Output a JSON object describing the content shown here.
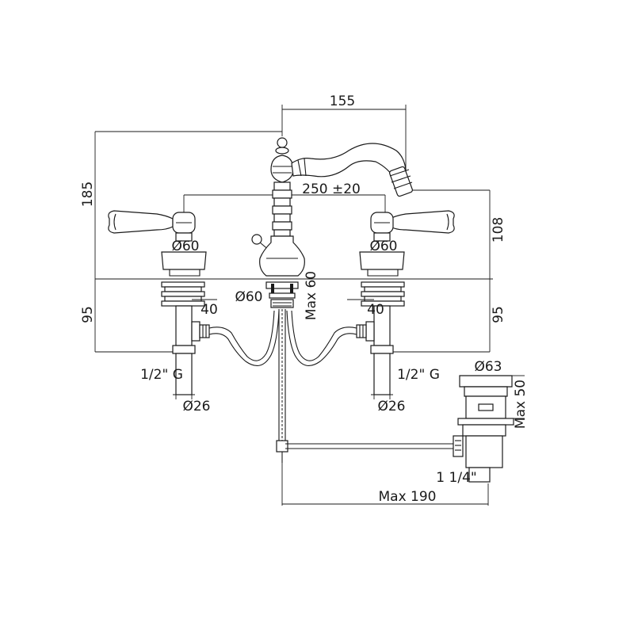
{
  "dimensions": {
    "spout_reach": "155",
    "total_height": "185",
    "center_distance": "250 ±20",
    "handle_height": "108",
    "left_diameter_top": "Ø60",
    "right_diameter_top": "Ø60",
    "center_diameter": "Ø60",
    "max_60": "Max 60",
    "left_depth": "95",
    "right_depth": "95",
    "left_40": "40",
    "right_40": "40",
    "left_thread": "1/2\" G",
    "right_thread": "1/2\" G",
    "left_d26": "Ø26",
    "right_d26": "Ø26",
    "drain_d63": "Ø63",
    "drain_max50": "Max 50",
    "drain_thread": "1 1/4\"",
    "max_190": "Max 190"
  }
}
